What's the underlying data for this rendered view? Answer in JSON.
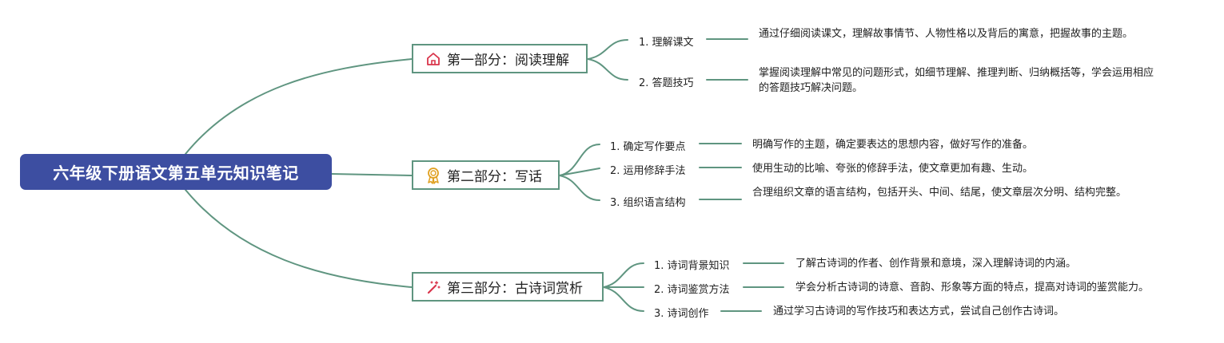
{
  "root": {
    "title": "六年级下册语文第五单元知识笔记"
  },
  "sections": [
    {
      "icon": "house-icon",
      "title": "第一部分：阅读理解",
      "items": [
        {
          "label": "1. 理解课文",
          "desc": "通过仔细阅读课文，理解故事情节、人物性格以及背后的寓意，把握故事的主题。"
        },
        {
          "label": "2. 答题技巧",
          "desc": "掌握阅读理解中常见的问题形式，如细节理解、推理判断、归纳概括等，学会运用相应的答题技巧解决问题。"
        }
      ]
    },
    {
      "icon": "award-medal-icon",
      "title": "第二部分：写话",
      "items": [
        {
          "label": "1. 确定写作要点",
          "desc": "明确写作的主题，确定要表达的思想内容，做好写作的准备。"
        },
        {
          "label": "2. 运用修辞手法",
          "desc": "使用生动的比喻、夸张的修辞手法，使文章更加有趣、生动。"
        },
        {
          "label": "3. 组织语言结构",
          "desc": "合理组织文章的语言结构，包括开头、中间、结尾，使文章层次分明、结构完整。"
        }
      ]
    },
    {
      "icon": "magic-wand-icon",
      "title": "第三部分：古诗词赏析",
      "items": [
        {
          "label": "1. 诗词背景知识",
          "desc": "了解古诗词的作者、创作背景和意境，深入理解诗词的内涵。"
        },
        {
          "label": "2. 诗词鉴赏方法",
          "desc": "学会分析古诗词的诗意、音韵、形象等方面的特点，提高对诗词的鉴赏能力。"
        },
        {
          "label": "3. 诗词创作",
          "desc": "通过学习古诗词的写作技巧和表达方式，尝试自己创作古诗词。"
        }
      ]
    }
  ],
  "colors": {
    "root_bg": "#3d4ea1",
    "line": "#5f9580",
    "house_icon": "#d9344a",
    "medal_icon": "#e0a020",
    "wand_icon": "#d9344a"
  }
}
